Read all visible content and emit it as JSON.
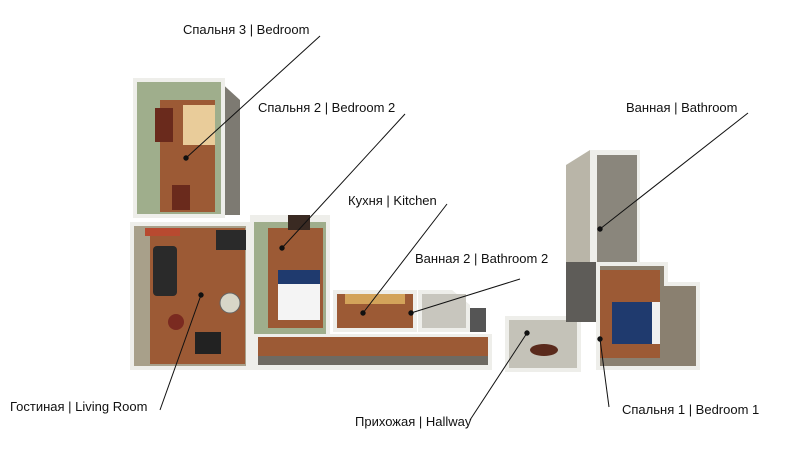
{
  "title": "Floor plan",
  "rooms": [
    {
      "id": "bedroom3",
      "label": "Спальня 3 | Bedroom"
    },
    {
      "id": "bedroom2",
      "label": "Спальня 2 | Bedroom 2"
    },
    {
      "id": "bathroom",
      "label": "Ванная | Bathroom"
    },
    {
      "id": "kitchen",
      "label": "Кухня | Kitchen"
    },
    {
      "id": "bathroom2",
      "label": "Ванная 2 | Bathroom 2"
    },
    {
      "id": "living",
      "label": "Гостиная | Living Room"
    },
    {
      "id": "hallway",
      "label": "Прихожая | Hallway"
    },
    {
      "id": "bedroom1",
      "label": "Спальня 1 | Bedroom 1"
    }
  ],
  "colors": {
    "floor": "#9a5a36",
    "wall": "#e8e8e4",
    "green": "#9fae8c",
    "grey": "#8a867c",
    "bed": "#1f3a6e"
  }
}
